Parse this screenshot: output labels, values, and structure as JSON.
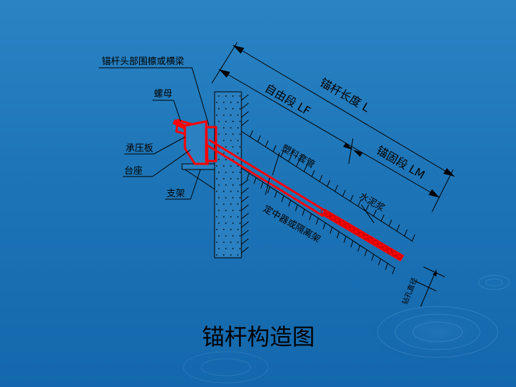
{
  "labels": {
    "head_beam": "锚杆头部围檩或横梁",
    "nut": "螺母",
    "bearing_plate": "承压板",
    "pedestal": "台座",
    "bracket": "支架",
    "plastic_sleeve": "塑料套管",
    "centralizer": "定中器或隔离架",
    "cement_grout": "水泥浆",
    "bolt_diameter": "钻孔直径"
  },
  "dimensions": {
    "anchor_length": "锚杆长度 L",
    "free_section": "自由段 LF",
    "anchor_section": "锚固段 LM"
  },
  "caption": "锚杆构造图",
  "colors": {
    "background": "#1d75b7",
    "anchor": "#ff0000",
    "lines": "#000000"
  }
}
